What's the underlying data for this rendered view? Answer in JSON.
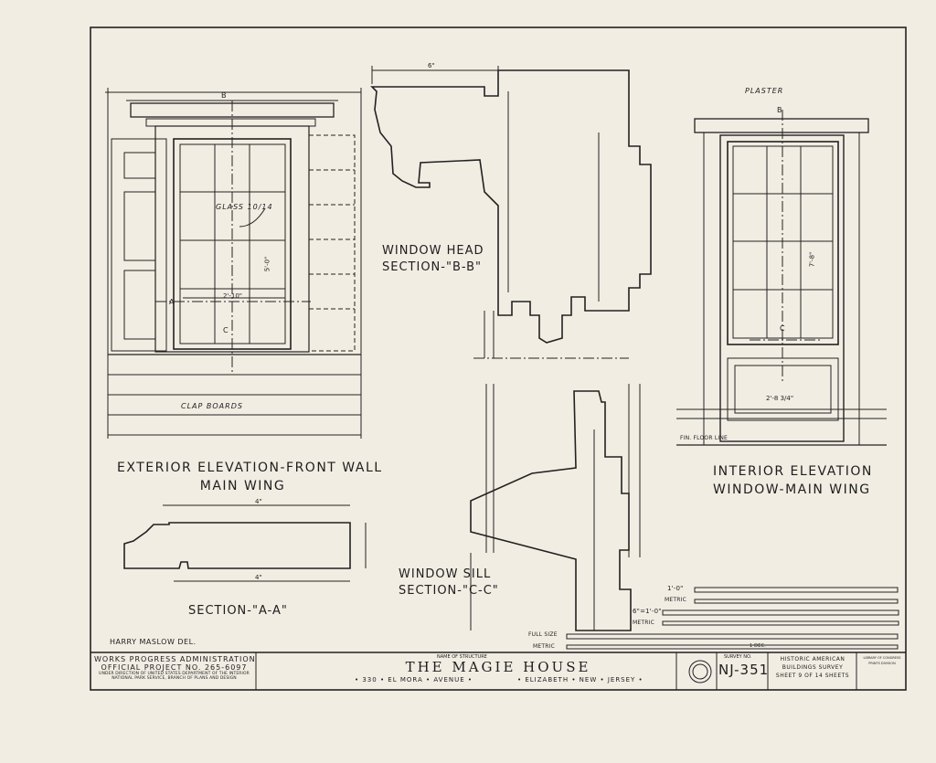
{
  "drawings": {
    "exterior_elevation": {
      "title_line1": "EXTERIOR ELEVATION-FRONT WALL",
      "title_line2": "MAIN WING",
      "glass_note": "GLASS",
      "glass_size": "10/14",
      "clapboards": "CLAP BOARDS",
      "marker_b": "B",
      "marker_c": "C",
      "marker_a": "A",
      "width_dim": "2'-10\"",
      "height_dim": "5'-0\""
    },
    "window_head": {
      "title_line1": "WINDOW HEAD",
      "title_line2": "SECTION-\"B-B\"",
      "dim_top": "6\""
    },
    "interior_elevation": {
      "title_line1": "INTERIOR ELEVATION",
      "title_line2": "WINDOW-MAIN WING",
      "plaster_note": "PLASTER",
      "floor_note": "FIN. FLOOR LINE",
      "marker_b": "B",
      "marker_c": "C",
      "dim_width": "2'-8 3/4\"",
      "dim_height": "7'-8\""
    },
    "section_a": {
      "title": "SECTION-\"A-A\"",
      "dim_top": "4\"",
      "dim_bottom": "4\""
    },
    "window_sill": {
      "title_line1": "WINDOW SILL",
      "title_line2": "SECTION-\"C-C\""
    }
  },
  "scales": {
    "scale1_label": "1'-0\"",
    "metric_label": "METRIC",
    "scale2_label": "6\"=1'-0\"",
    "fullsize_label": "FULL SIZE",
    "decimeter": "1 DEC."
  },
  "delineator": "HARRY MASLOW DEL.",
  "title_block": {
    "agency_line1": "WORKS PROGRESS ADMINISTRATION",
    "agency_line2": "OFFICIAL PROJECT NO. 265-6097",
    "agency_line3": "UNDER DIRECTION OF UNITED STATES DEPARTMENT OF THE INTERIOR",
    "agency_line4": "NATIONAL PARK SERVICE, BRANCH OF PLANS AND DESIGN",
    "structure_caption": "NAME OF STRUCTURE",
    "structure_name": "THE MAGIE HOUSE",
    "address": "• 330 • EL MORA • AVENUE •",
    "city": "• ELIZABETH • NEW • JERSEY •",
    "survey_caption": "SURVEY NO.",
    "survey_no": "NJ-351",
    "habs_line1": "HISTORIC AMERICAN",
    "habs_line2": "BUILDINGS SURVEY",
    "sheet_line": "SHEET 9 OF 14 SHEETS",
    "loc_line1": "LIBRARY OF CONGRESS",
    "loc_line2": "PRINTS DIVISION"
  }
}
